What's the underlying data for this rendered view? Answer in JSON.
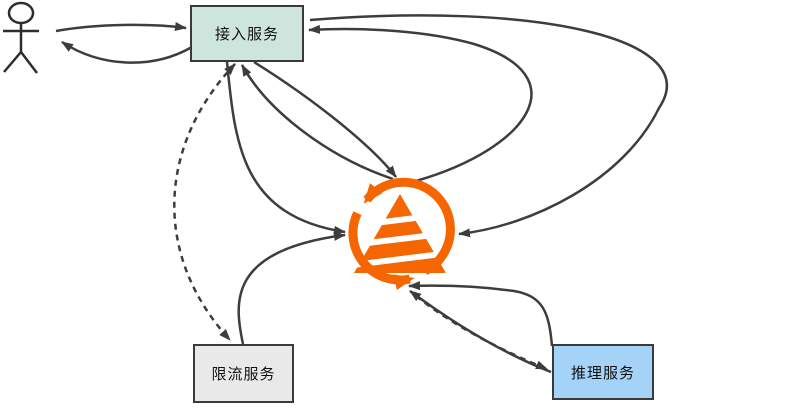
{
  "diagram": {
    "title": "",
    "nodes": {
      "user": {
        "label": "",
        "type": "actor"
      },
      "access": {
        "label": "接入服务",
        "fill": "#cee5de"
      },
      "ratelimit": {
        "label": "限流服务",
        "fill": "#e9e9e9"
      },
      "inference": {
        "label": "推理服务",
        "fill": "#a5d3f7"
      }
    },
    "logo": {
      "name": "gateway-cycle-pyramid-logo",
      "color": "#f56600"
    },
    "colors": {
      "edge": "#3d3d3d",
      "actor_stroke": "#2d2d2d",
      "background": "#ffffff"
    },
    "edges": [
      {
        "from": "user",
        "to": "access",
        "style": "solid"
      },
      {
        "from": "access",
        "to": "user",
        "style": "solid"
      },
      {
        "from": "access",
        "to": "gateway",
        "style": "solid"
      },
      {
        "from": "gateway",
        "to": "access",
        "style": "solid"
      },
      {
        "from": "access",
        "to": "gateway-left",
        "style": "solid"
      },
      {
        "from": "ratelimit",
        "to": "gateway",
        "style": "solid"
      },
      {
        "from": "access",
        "to": "ratelimit",
        "style": "dashed-bidirectional"
      },
      {
        "from": "gateway",
        "to": "access-right",
        "style": "solid"
      },
      {
        "from": "access-right",
        "to": "gateway",
        "style": "solid"
      },
      {
        "from": "inference",
        "to": "gateway",
        "style": "solid"
      },
      {
        "from": "inference",
        "to": "gateway",
        "style": "solid"
      },
      {
        "from": "gateway",
        "to": "inference",
        "style": "dashed"
      }
    ]
  }
}
